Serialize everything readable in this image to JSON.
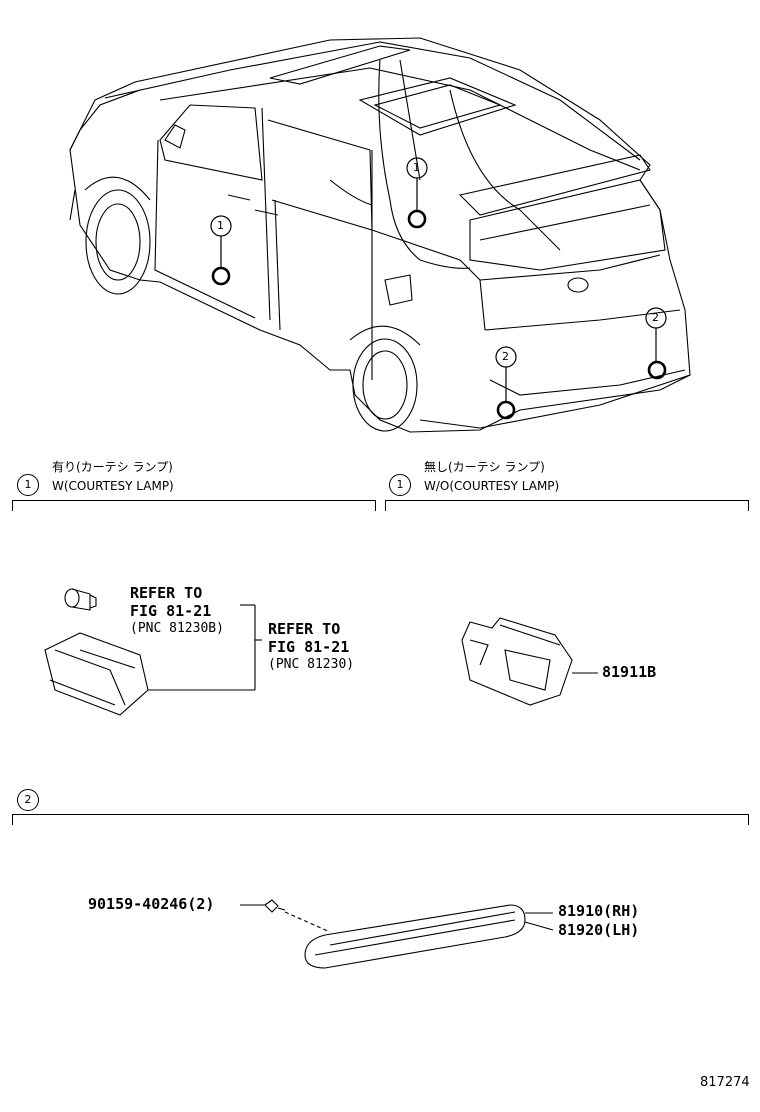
{
  "callouts": {
    "c1": "1",
    "c2": "2"
  },
  "section_w": {
    "number": "1",
    "title_jp": "有り(カーテシ ランプ)",
    "title_en": "W(COURTESY LAMP)"
  },
  "section_wo": {
    "number": "1",
    "title_jp": "無し(カーテシ ランプ)",
    "title_en": "W/O(COURTESY LAMP)"
  },
  "section_2": {
    "number": "2"
  },
  "refs": {
    "ref_a_line1": "REFER TO",
    "ref_a_line2": "FIG 81-21",
    "ref_a_line3": "(PNC 81230B)",
    "ref_b_line1": "REFER TO",
    "ref_b_line2": "FIG 81-21",
    "ref_b_line3": "(PNC 81230)"
  },
  "parts": {
    "p81911b": "81911B",
    "p90159": "90159-40246(2)",
    "p81910": "81910(RH)",
    "p81920": "81920(LH)"
  },
  "figure_number": "817274"
}
